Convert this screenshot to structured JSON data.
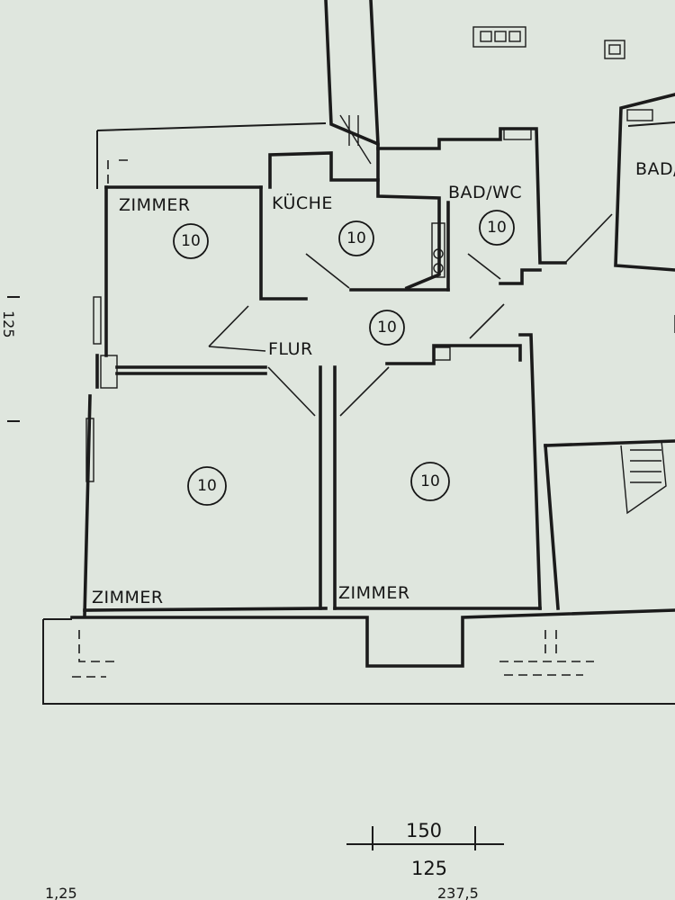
{
  "rooms": [
    {
      "key": "zimmer_nw",
      "label": "ZIMMER",
      "number": "10"
    },
    {
      "key": "kueche",
      "label": "KÜCHE",
      "number": "10"
    },
    {
      "key": "bad",
      "label": "BAD/WC",
      "number": "10"
    },
    {
      "key": "flur",
      "label": "FLUR",
      "number": "10"
    },
    {
      "key": "zimmer_sw",
      "label": "ZIMMER",
      "number": "10"
    },
    {
      "key": "zimmer_s",
      "label": "ZIMMER",
      "number": "10"
    }
  ],
  "neighbor_bad": {
    "label": "BAD/"
  },
  "dimensions": {
    "width_outer": "150",
    "width_inner": "125",
    "bottom_partial": "237,5",
    "left_partial": "1,25",
    "side_marker": "125"
  }
}
